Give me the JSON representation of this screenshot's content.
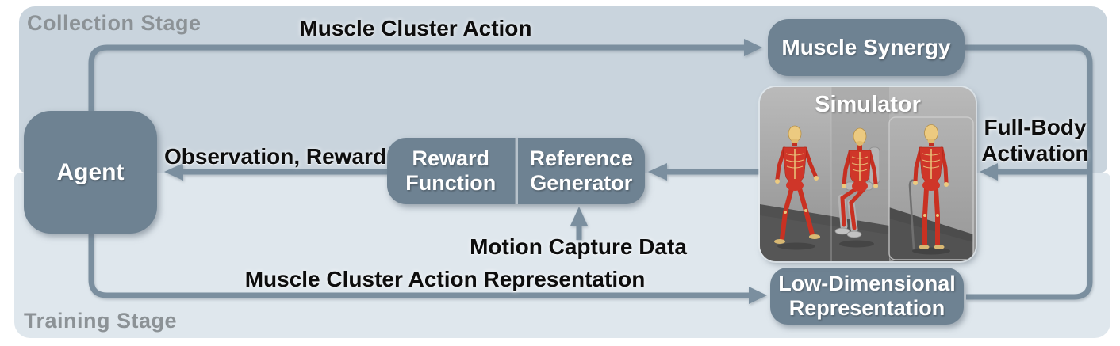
{
  "figure": {
    "stages": [
      {
        "id": "collection",
        "label": "Collection Stage"
      },
      {
        "id": "training",
        "label": "Training Stage"
      }
    ],
    "nodes": {
      "agent": {
        "label": "Agent"
      },
      "muscle_synergy": {
        "label": "Muscle Synergy"
      },
      "simulator": {
        "label": "Simulator"
      },
      "reward_function": {
        "label": "Reward\nFunction"
      },
      "reference_generator": {
        "label": "Reference\nGenerator"
      },
      "low_dimensional_representation": {
        "label": "Low-Dimensional\nRepresentation"
      }
    },
    "edge_labels": {
      "muscle_cluster_action": "Muscle Cluster Action",
      "full_body_activation": "Full-Body\nActivation",
      "observation_reward": "Observation, Reward",
      "motion_capture_data": "Motion Capture Data",
      "muscle_cluster_action_representation": "Muscle Cluster Action Representation"
    },
    "colors": {
      "collection_panel": "#c9d4dd",
      "training_panel": "#dfe7ed",
      "node_fill": "#6e8292",
      "arrow": "#7b8f9f",
      "stage_label_text": "#8c9296",
      "edge_label_text": "#0d0d0d",
      "node_label_text": "#ffffff",
      "simulator_wall_gray": "#a3a3a3",
      "simulator_floor_gray": "#505050",
      "skeleton_muscle_red": "#cf3629",
      "skeleton_bone_tan": "#ecca80"
    }
  }
}
